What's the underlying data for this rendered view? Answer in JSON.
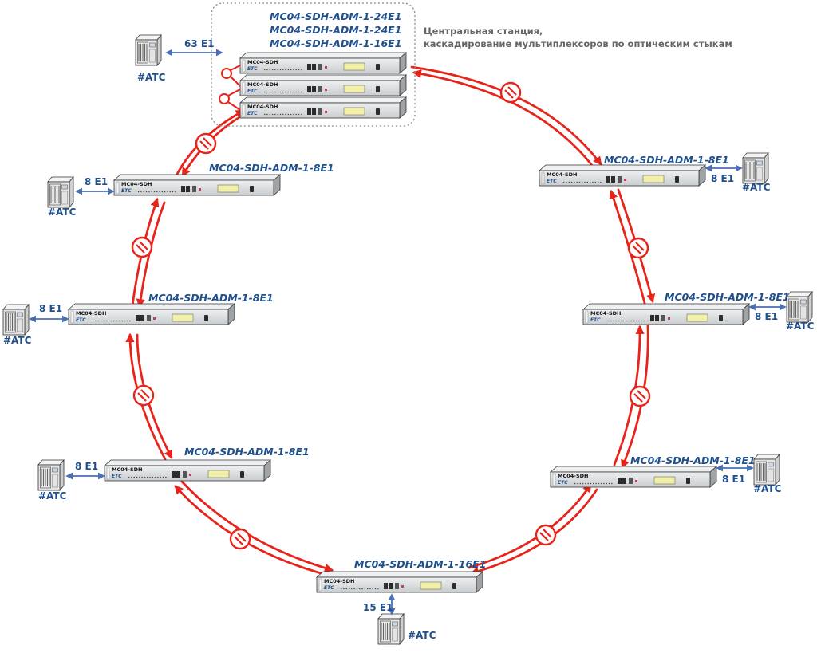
{
  "central_station": {
    "caption_line1": "Центральная станция,",
    "caption_line2": "каскадирование мультиплексоров по оптическим стыкам",
    "model_labels": [
      "MC04-SDH-ADM-1-24E1",
      "MC04-SDH-ADM-1-24E1",
      "MC04-SDH-ADM-1-16E1"
    ],
    "device_name": "MC04-SDH",
    "device_logo": "ETC",
    "link_label": "63 E1",
    "pbx_label": "#ATC"
  },
  "nodes": [
    {
      "id": "left-1",
      "model": "MC04-SDH-ADM-1-8E1",
      "device_name": "MC04-SDH",
      "device_logo": "ETC",
      "link_label": "8 E1",
      "pbx_label": "#ATC"
    },
    {
      "id": "left-2",
      "model": "MC04-SDH-ADM-1-8E1",
      "device_name": "MC04-SDH",
      "device_logo": "ETC",
      "link_label": "8 E1",
      "pbx_label": "#ATC"
    },
    {
      "id": "left-3",
      "model": "MC04-SDH-ADM-1-8E1",
      "device_name": "MC04-SDH",
      "device_logo": "ETC",
      "link_label": "8 E1",
      "pbx_label": "#ATC"
    },
    {
      "id": "bottom",
      "model": "MC04-SDH-ADM-1-16E1",
      "device_name": "MC04-SDH",
      "device_logo": "ETC",
      "link_label": "15 E1",
      "pbx_label": "#ATC"
    },
    {
      "id": "right-3",
      "model": "MC04-SDH-ADM-1-8E1",
      "device_name": "MC04-SDH",
      "device_logo": "ETC",
      "link_label": "8 E1",
      "pbx_label": "#ATC"
    },
    {
      "id": "right-2",
      "model": "MC04-SDH-ADM-1-8E1",
      "device_name": "MC04-SDH",
      "device_logo": "ETC",
      "link_label": "8 E1",
      "pbx_label": "#ATC"
    },
    {
      "id": "right-1",
      "model": "MC04-SDH-ADM-1-8E1",
      "device_name": "MC04-SDH",
      "device_logo": "ETC",
      "link_label": "8 E1",
      "pbx_label": "#ATC"
    }
  ],
  "colors": {
    "ring": "#e8231a",
    "label_blue": "#1f4f8c",
    "caption_gray": "#666666",
    "device_body": "#dcdfe0",
    "tributary_link": "#4a6fb5"
  },
  "icons": {
    "pbx": "pbx-cabinet-icon",
    "fiber_link": "fiber-link-icon",
    "loopback": "fiber-loop-icon"
  }
}
